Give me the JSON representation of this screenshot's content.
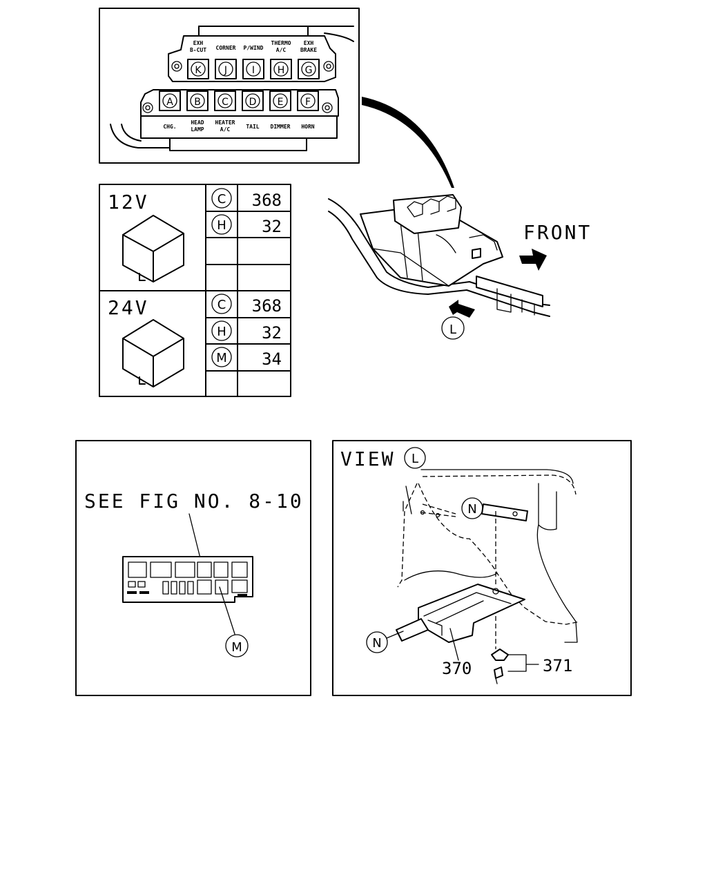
{
  "relay_block": {
    "top_labels": [
      {
        "code": "K",
        "line1": "EXH",
        "line2": "B-CUT"
      },
      {
        "code": "J",
        "line1": "CORNER",
        "line2": ""
      },
      {
        "code": "I",
        "line1": "P/WIND",
        "line2": ""
      },
      {
        "code": "H",
        "line1": "THERMO",
        "line2": "A/C"
      },
      {
        "code": "G",
        "line1": "EXH",
        "line2": "BRAKE"
      }
    ],
    "bottom_labels": [
      {
        "code": "A",
        "line1": "CHG.",
        "line2": ""
      },
      {
        "code": "B",
        "line1": "HEAD",
        "line2": "LAMP"
      },
      {
        "code": "C",
        "line1": "HEATER",
        "line2": "A/C"
      },
      {
        "code": "D",
        "line1": "TAIL",
        "line2": ""
      },
      {
        "code": "E",
        "line1": "DIMMER",
        "line2": ""
      },
      {
        "code": "F",
        "line1": "HORN",
        "line2": ""
      }
    ]
  },
  "parts_table": {
    "sections": [
      {
        "voltage": "12V",
        "rows": [
          {
            "code": "C",
            "part": "368"
          },
          {
            "code": "H",
            "part": "32"
          },
          {
            "code": "",
            "part": ""
          },
          {
            "code": "",
            "part": ""
          }
        ]
      },
      {
        "voltage": "24V",
        "rows": [
          {
            "code": "C",
            "part": "368"
          },
          {
            "code": "H",
            "part": "32"
          },
          {
            "code": "M",
            "part": "34"
          },
          {
            "code": "",
            "part": ""
          }
        ]
      }
    ]
  },
  "front_label": "FRONT",
  "callout_l": "L",
  "see_fig": {
    "text": "SEE FIG NO. 8-10",
    "callout": "M"
  },
  "view_panel": {
    "title": "VIEW",
    "title_callout": "L",
    "callout_n_top": "N",
    "callout_n_left": "N",
    "part_bracket": "370",
    "part_bolt": "371"
  }
}
